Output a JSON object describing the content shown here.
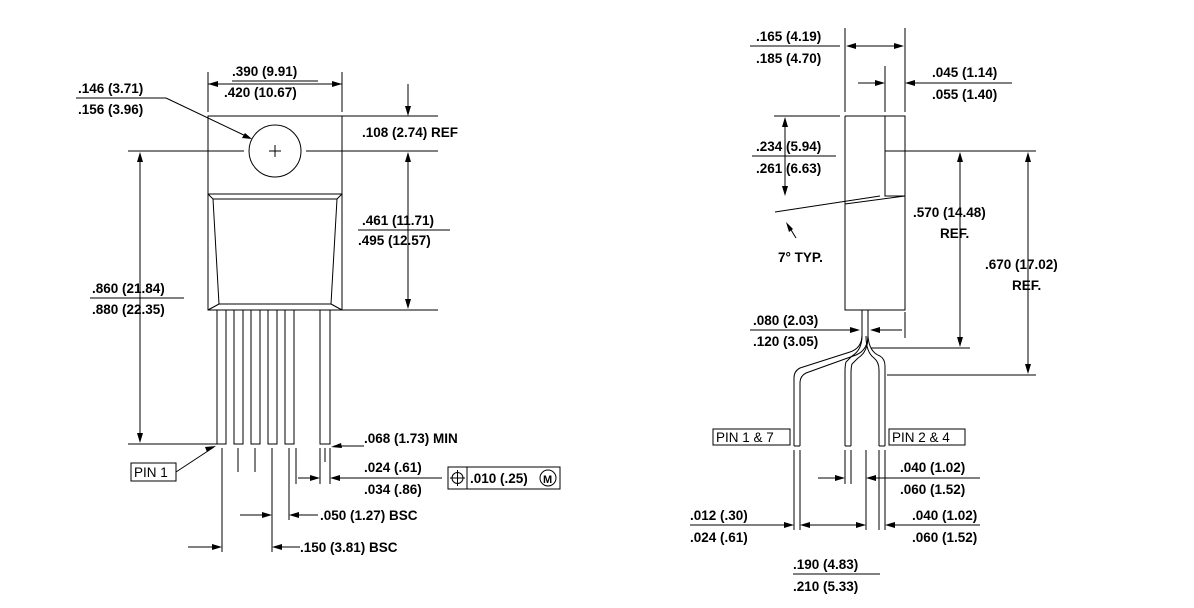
{
  "front_view": {
    "width_min": ".390 (9.91)",
    "width_max": ".420 (10.67)",
    "hole_min": ".146 (3.71)",
    "hole_max": ".156 (3.96)",
    "tab_ref": ".108 (2.74) REF",
    "body_min": ".461 (11.71)",
    "body_max": ".495 (12.57)",
    "height_min": ".860 (21.84)",
    "height_max": ".880 (22.35)",
    "lead_len_min": ".068 (1.73) MIN",
    "lead_w_min": ".024 (.61)",
    "lead_w_max": ".034 (.86)",
    "tolerance": ".010 (.25)",
    "tolerance_mod": "M",
    "pitch": ".050 (1.27) BSC",
    "span": ".150 (3.81) BSC",
    "pin1_label": "PIN 1"
  },
  "side_view": {
    "thick_min": ".165 (4.19)",
    "thick_max": ".185 (4.70)",
    "tab_t_min": ".045 (1.14)",
    "tab_t_max": ".055 (1.40)",
    "tab_h_min": ".234 (5.94)",
    "tab_h_max": ".261 (6.63)",
    "angle": "7° TYP.",
    "ref1_val": ".570 (14.48)",
    "ref1_ref": "REF.",
    "ref2_val": ".670 (17.02)",
    "ref2_ref": "REF.",
    "stand_min": ".080 (2.03)",
    "stand_max": ".120 (3.05)",
    "pin17_label": "PIN 1 & 7",
    "pin24_label": "PIN 2 & 4",
    "lead_a_min": ".040 (1.02)",
    "lead_a_max": ".060 (1.52)",
    "lead_t_min": ".012 (.30)",
    "lead_t_max": ".024 (.61)",
    "lead_b_min": ".040 (1.02)",
    "lead_b_max": ".060 (1.52)",
    "offset_min": ".190 (4.83)",
    "offset_max": ".210 (5.33)"
  }
}
